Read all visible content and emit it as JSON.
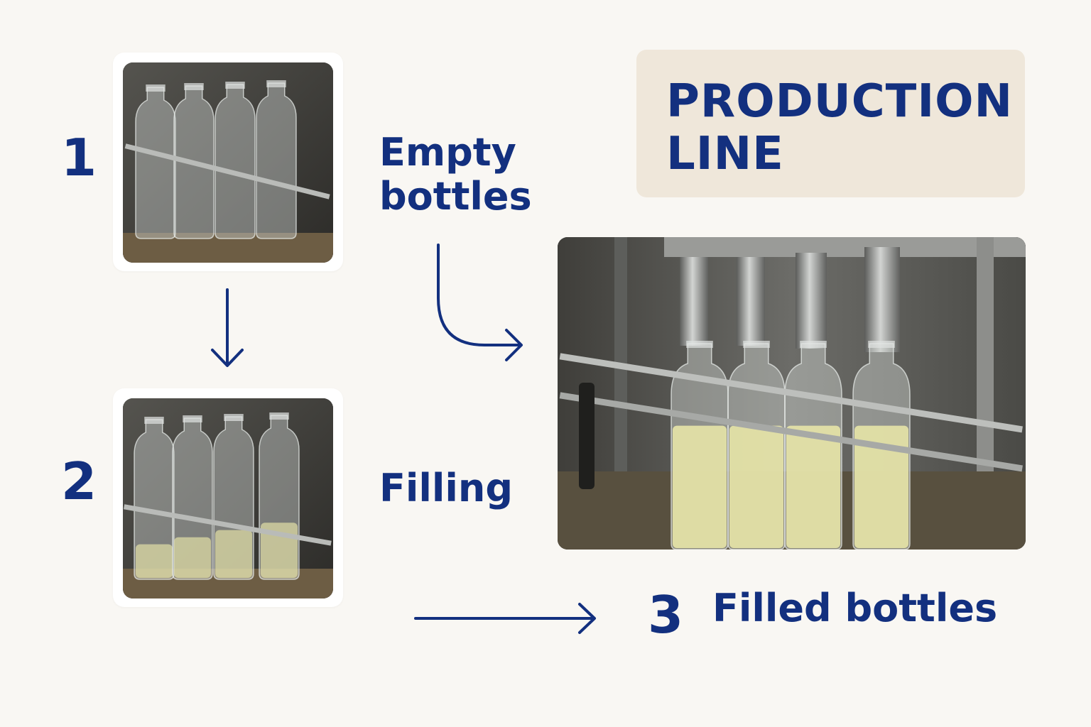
{
  "title": "PRODUCTION\nLINE",
  "steps": [
    {
      "number": "1",
      "label": "Empty\nbottles",
      "fill_level": 0
    },
    {
      "number": "2",
      "label": "Filling",
      "fill_level": 0.35
    },
    {
      "number": "3",
      "label": "Filled bottles",
      "fill_level": 0.8
    }
  ],
  "colors": {
    "accent": "#13307f",
    "background": "#f9f7f3",
    "title_panel": "#efe7da",
    "liquid": "#e3e0a6"
  }
}
